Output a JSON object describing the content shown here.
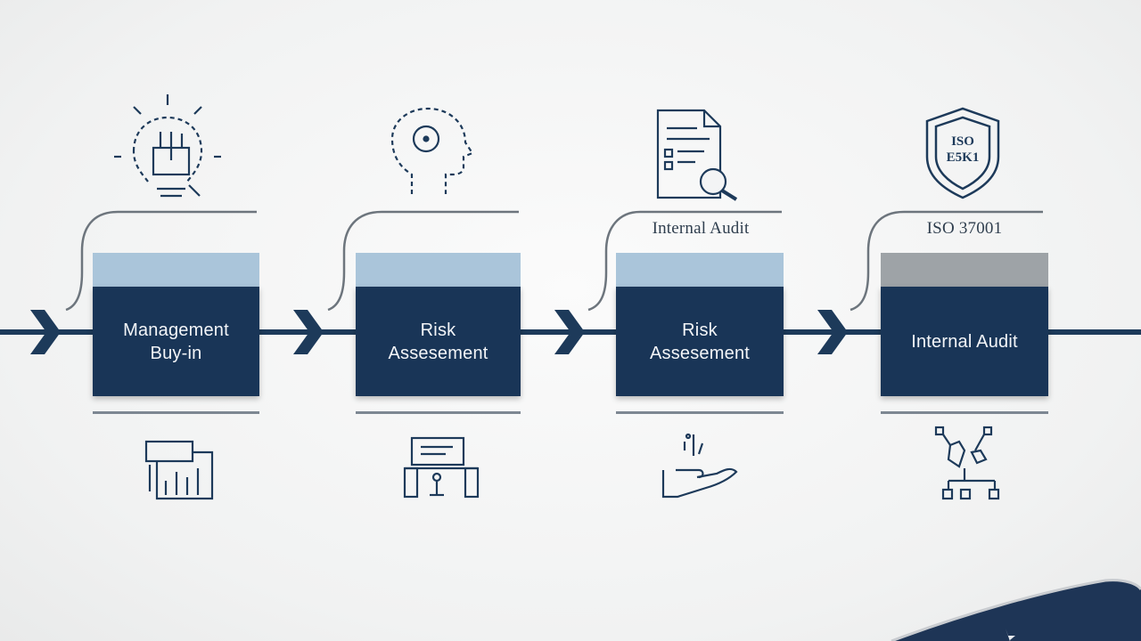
{
  "colors": {
    "navy": "#193557",
    "cap_light": "#aac5da",
    "cap_gray": "#9ea3a7",
    "line": "#1d3a5a",
    "connector": "#6d757d"
  },
  "steps": [
    {
      "box_text": "Management\nBuy-in",
      "top_label": "",
      "cap_color": "#aac5da",
      "top_icon": "lightbulb-brainstorm-icon",
      "bottom_icon": "documents-chart-icon"
    },
    {
      "box_text": "Risk\nAssesement",
      "top_label": "",
      "cap_color": "#aac5da",
      "top_icon": "head-profile-icon",
      "bottom_icon": "computer-desk-icon"
    },
    {
      "box_text": "Risk\nAssesement",
      "top_label": "Internal Audit",
      "cap_color": "#aac5da",
      "top_icon": "document-magnifier-icon",
      "bottom_icon": "hand-sparkle-icon"
    },
    {
      "box_text": "Internal Audit",
      "top_label": "ISO 37001",
      "cap_color": "#9ea3a7",
      "top_icon": "shield-badge-icon",
      "bottom_icon": "network-nodes-icon"
    }
  ],
  "shield_text": [
    "ISO",
    "E5K1"
  ]
}
